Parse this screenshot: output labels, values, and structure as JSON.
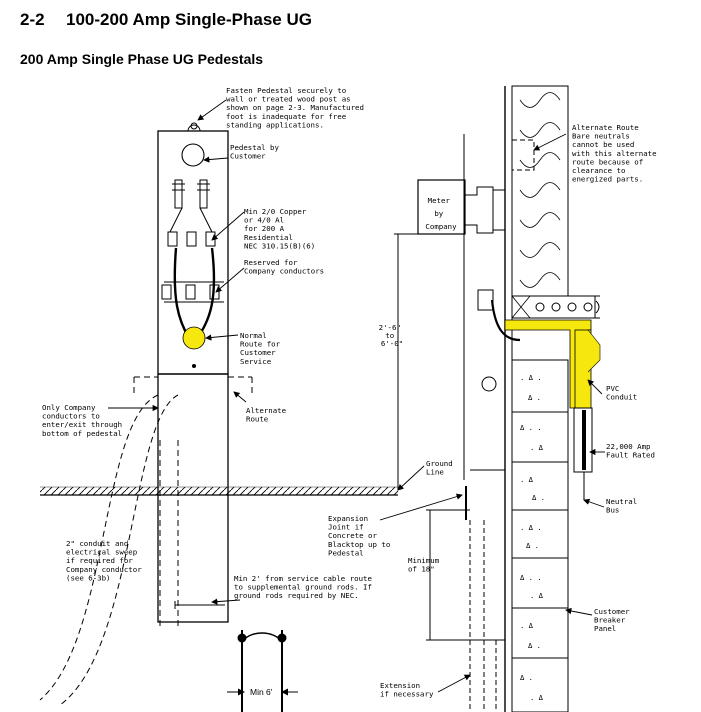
{
  "header": {
    "section_number": "2-2",
    "section_title": "100-200 Amp Single-Phase UG",
    "subtitle": "200 Amp Single Phase UG Pedestals"
  },
  "colors": {
    "highlight": "#f6e70f",
    "line": "#000000"
  },
  "labels": {
    "fasten": [
      "Fasten Pedestal securely to",
      "wall or treated wood post as",
      "shown on page 2-3. Manufactured",
      "foot is inadequate for free",
      "standing applications."
    ],
    "pedestal_by": [
      "Pedestal by",
      "Customer"
    ],
    "min_copper": [
      "Min 2/0 Copper",
      "or 4/0 Al",
      "for 200 A",
      "Residential",
      "NEC 310.15(B)(6)"
    ],
    "reserved": [
      "Reserved for",
      "Company conductors"
    ],
    "normal_route": [
      "Normal",
      "Route for",
      "Customer",
      "Service"
    ],
    "alt_route_left": [
      "Alternate",
      "Route"
    ],
    "only_company": [
      "Only Company",
      "conductors to",
      "enter/exit through",
      "bottom of pedestal"
    ],
    "conduit_sweep": [
      "2\" conduit and",
      "electrical sweep",
      "if required for",
      "Company conductor",
      "(see 6-3b)"
    ],
    "min2": [
      "Min 2' from service cable route",
      "to supplemental ground rods. If",
      "ground rods required by NEC."
    ],
    "min6": "Min 6'",
    "meter": [
      "Meter",
      "by",
      "Company"
    ],
    "height": [
      "2'-6\"",
      "to",
      "6'-0\""
    ],
    "ground_line": [
      "Ground",
      "Line"
    ],
    "expansion": [
      "Expansion",
      "Joint if",
      "Concrete or",
      "Blacktop up to",
      "Pedestal"
    ],
    "minimum": [
      "Minimum",
      "of 18\""
    ],
    "extension": [
      "Extension",
      "if necessary"
    ],
    "alt_route_right": [
      "Alternate Route",
      "Bare neutrals",
      "cannot be used",
      "with this alternate",
      "route because of",
      "clearance to",
      "energized parts."
    ],
    "pvc": [
      "PVC",
      "Conduit"
    ],
    "fault": [
      "22,000 Amp",
      "Fault Rated"
    ],
    "neutral": [
      "Neutral",
      "Bus"
    ],
    "breaker": [
      "Customer",
      "Breaker",
      "Panel"
    ]
  }
}
